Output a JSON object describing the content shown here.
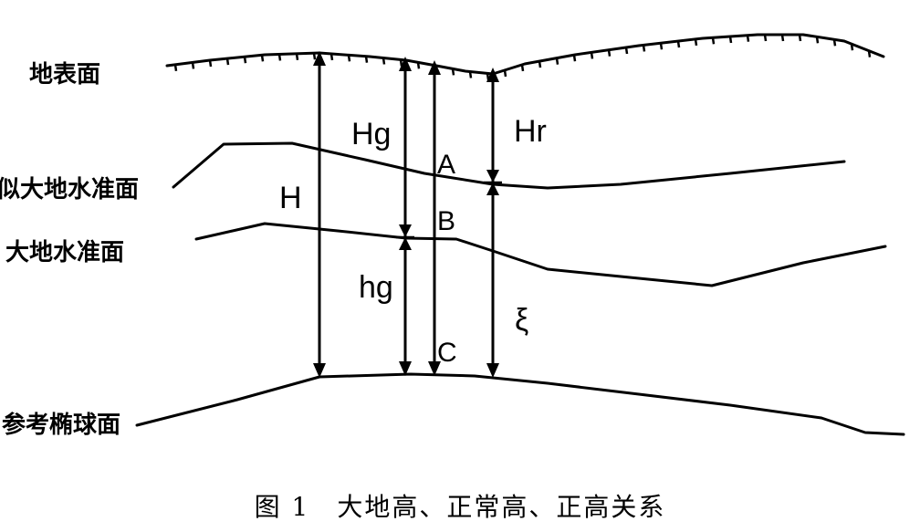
{
  "surfaces": {
    "terrain": "地表面",
    "quasigeoid": "似大地水准面",
    "geoid": "大地水准面",
    "ellipsoid": "参考椭球面"
  },
  "heights": {
    "H": "H",
    "Hg": "Hg",
    "Hr": "Hr",
    "hg": "hg",
    "xi": "ξ"
  },
  "points": {
    "A": "A",
    "B": "B",
    "C": "C"
  },
  "caption": "图 1　大地高、正常高、正高关系"
}
